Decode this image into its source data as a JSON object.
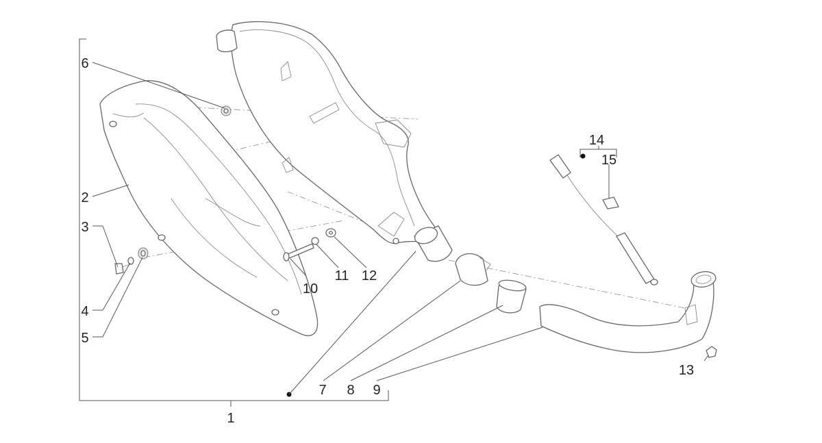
{
  "diagram": {
    "callouts": [
      {
        "id": "1",
        "label": "1"
      },
      {
        "id": "2",
        "label": "2"
      },
      {
        "id": "3",
        "label": "3"
      },
      {
        "id": "4",
        "label": "4"
      },
      {
        "id": "5",
        "label": "5"
      },
      {
        "id": "6",
        "label": "6"
      },
      {
        "id": "7",
        "label": "7"
      },
      {
        "id": "8",
        "label": "8"
      },
      {
        "id": "9",
        "label": "9"
      },
      {
        "id": "10",
        "label": "10"
      },
      {
        "id": "11",
        "label": "11"
      },
      {
        "id": "12",
        "label": "12"
      },
      {
        "id": "13",
        "label": "13"
      },
      {
        "id": "14",
        "label": "14"
      },
      {
        "id": "15",
        "label": "15"
      }
    ],
    "colors": {
      "line": "#555555",
      "text": "#222222",
      "background": "#ffffff"
    }
  }
}
